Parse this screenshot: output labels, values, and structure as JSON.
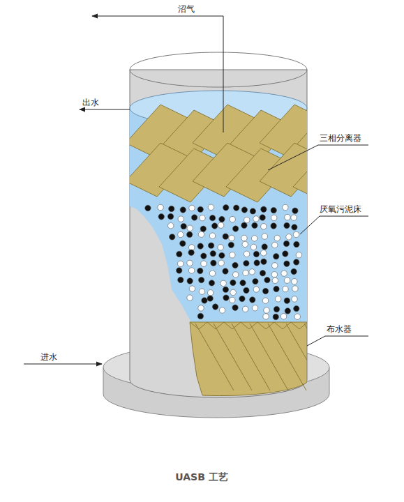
{
  "diagram": {
    "caption": "UASB 工艺",
    "labels": [
      "沼气",
      "出水",
      "三相分离器",
      "厌氧污泥床",
      "布水器",
      "进水"
    ]
  }
}
